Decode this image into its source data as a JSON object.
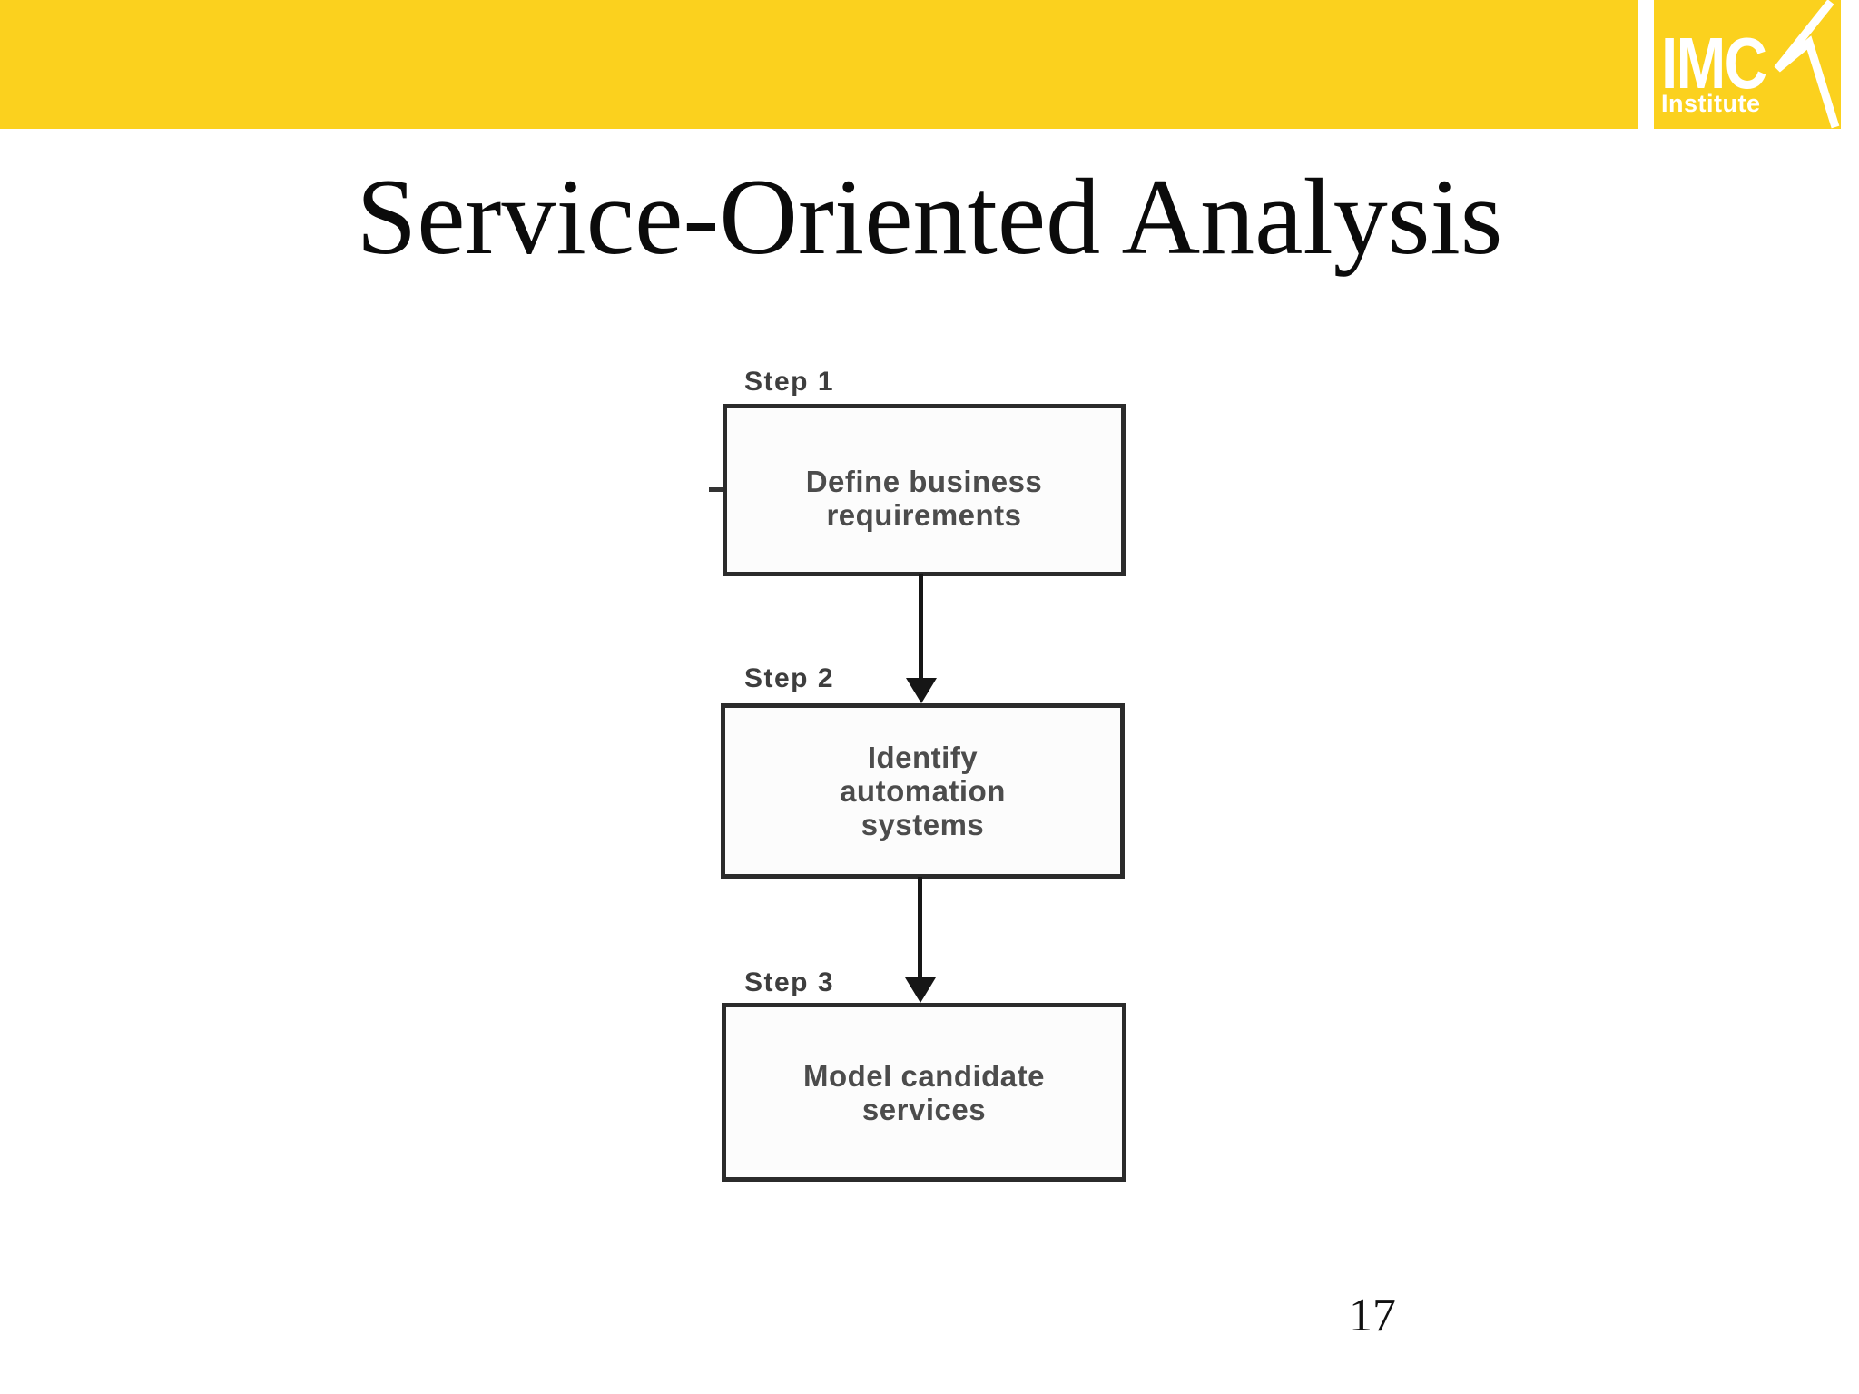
{
  "header": {
    "logo": {
      "acronym": "IMC",
      "subtitle": "Institute",
      "mark_icon": "imc-chevron"
    }
  },
  "title": "Service-Oriented Analysis",
  "flowchart": {
    "connector_icon": "down-arrow",
    "steps": [
      {
        "label": "Step 1",
        "lines": [
          "Define business",
          "requirements"
        ]
      },
      {
        "label": "Step 2",
        "lines": [
          "Identify",
          "automation",
          "systems"
        ]
      },
      {
        "label": "Step 3",
        "lines": [
          "Model candidate",
          "services"
        ]
      }
    ]
  },
  "page_number": "17",
  "colors": {
    "header_yellow": "#fbd11e",
    "box_border": "#2b2b2b",
    "box_text": "#4c4c4c",
    "step_label": "#3e3e3e",
    "title_text": "#0b0b0b"
  }
}
